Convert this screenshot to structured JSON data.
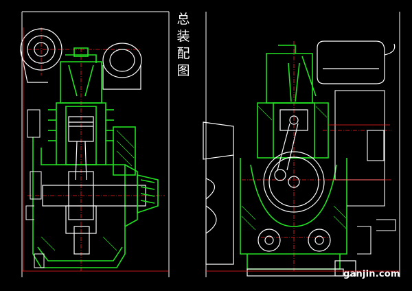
{
  "title_chars": [
    "总",
    "装",
    "配",
    "图"
  ],
  "watermark": "ganjin.com",
  "colors": {
    "background": "#000000",
    "outline": "#ffffff",
    "section": "#23e323",
    "centerline": "#ff2020"
  }
}
